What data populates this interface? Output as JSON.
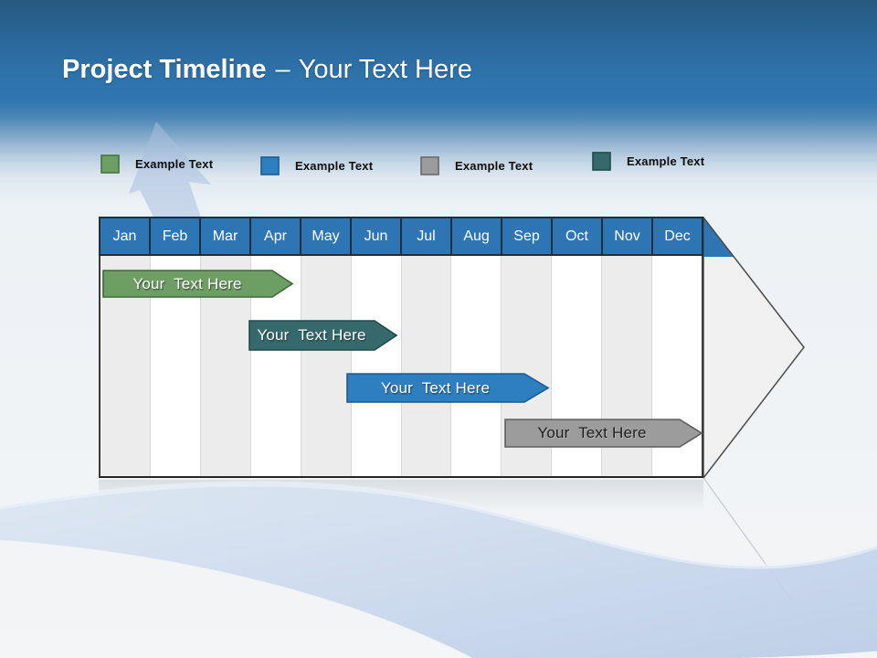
{
  "slide": {
    "title": {
      "bold": "Project Timeline",
      "separator": "–",
      "light": "Your Text Here"
    }
  },
  "legend": {
    "items": [
      {
        "label": "Example Text",
        "color": "#6d9e63",
        "border_color": "#49743f"
      },
      {
        "label": "Example Text",
        "color": "#2e7fc0",
        "border_color": "#1d5a8f"
      },
      {
        "label": "Example Text",
        "color": "#9c9c9c",
        "border_color": "#6b6b6b"
      },
      {
        "label": "Example Text",
        "color": "#35696a",
        "border_color": "#1f4a4c"
      }
    ]
  },
  "timeline": {
    "months": [
      "Jan",
      "Feb",
      "Mar",
      "Apr",
      "May",
      "Jun",
      "Jul",
      "Aug",
      "Sep",
      "Oct",
      "Nov",
      "Dec"
    ],
    "header_color": "#2e75b4",
    "bars": [
      {
        "label": "Your  Text Here",
        "start": "Jan",
        "end": "Apr",
        "color": "#6d9e63",
        "border_color": "#3e6a39",
        "text_color": "#ffffff"
      },
      {
        "label": "Your  Text Here",
        "start": "Apr",
        "end": "Jun",
        "color": "#35696b",
        "border_color": "#1e4a4c",
        "text_color": "#ffffff"
      },
      {
        "label": "Your  Text Here",
        "start": "Jun",
        "end": "Oct",
        "color": "#2e7fc0",
        "border_color": "#1c5990",
        "text_color": "#ffffff"
      },
      {
        "label": "Your  Text Here",
        "start": "Sep",
        "end": "Dec",
        "color": "#9c9c9c",
        "border_color": "#5e5e5e",
        "text_color": "#1f1f1f"
      }
    ]
  }
}
